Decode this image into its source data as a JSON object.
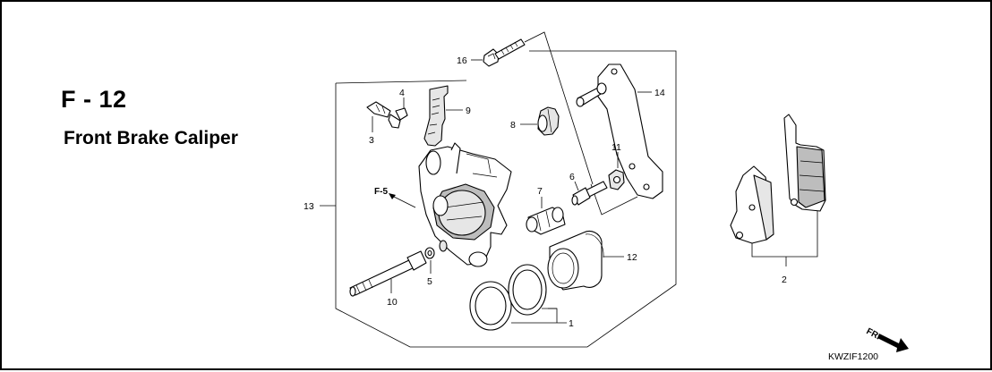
{
  "header": {
    "code": "F - 12",
    "title": "Front Brake Caliper"
  },
  "callouts": {
    "c1": "1",
    "c2": "2",
    "c3": "3",
    "c4": "4",
    "c5": "5",
    "c6": "6",
    "c7": "7",
    "c8": "8",
    "c9": "9",
    "c10": "10",
    "c11": "11",
    "c12": "12",
    "c13": "13",
    "c14": "14",
    "c16": "16"
  },
  "reference": "F-5",
  "direction": "FR.",
  "drawing_code": "KWZIF1200"
}
